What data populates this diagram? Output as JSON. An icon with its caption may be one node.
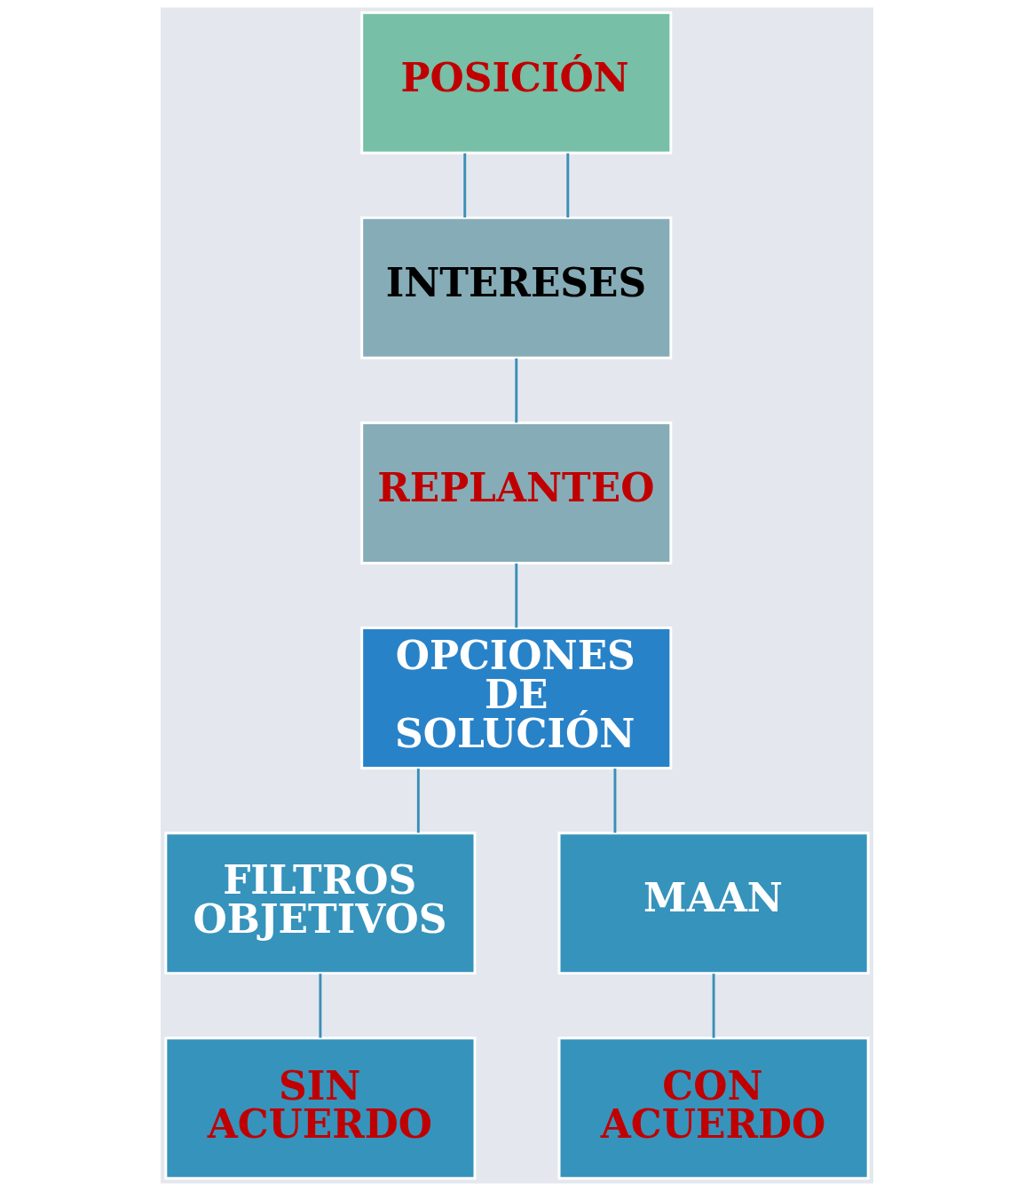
{
  "diagram": {
    "nodes": [
      {
        "text": [
          "POSICIÓN"
        ]
      },
      {
        "text": [
          "INTERESES"
        ]
      },
      {
        "text": [
          "REPLANTEO"
        ]
      },
      {
        "text": [
          "OPCIONES DE SOLUCIÓN"
        ]
      },
      {
        "text": [
          "FILTROS OBJETIVOS"
        ]
      },
      {
        "text": [
          "MAAN"
        ]
      },
      {
        "text": [
          "SIN ACUERDO"
        ]
      },
      {
        "text": [
          "CON ACUERDO"
        ]
      }
    ],
    "edges": [
      {
        "from": 0,
        "to": 1,
        "arrow": "none"
      },
      {
        "from": 0,
        "to": 1,
        "arrow": "none"
      },
      {
        "from": 1,
        "to": 2,
        "arrow": "none"
      },
      {
        "from": 2,
        "to": 3,
        "arrow": "none"
      },
      {
        "from": 3,
        "to": 4,
        "arrow": "none"
      },
      {
        "from": 3,
        "to": 5,
        "arrow": "none"
      },
      {
        "from": 4,
        "to": 6,
        "arrow": "none"
      },
      {
        "from": 5,
        "to": 7,
        "arrow": "none"
      }
    ]
  }
}
